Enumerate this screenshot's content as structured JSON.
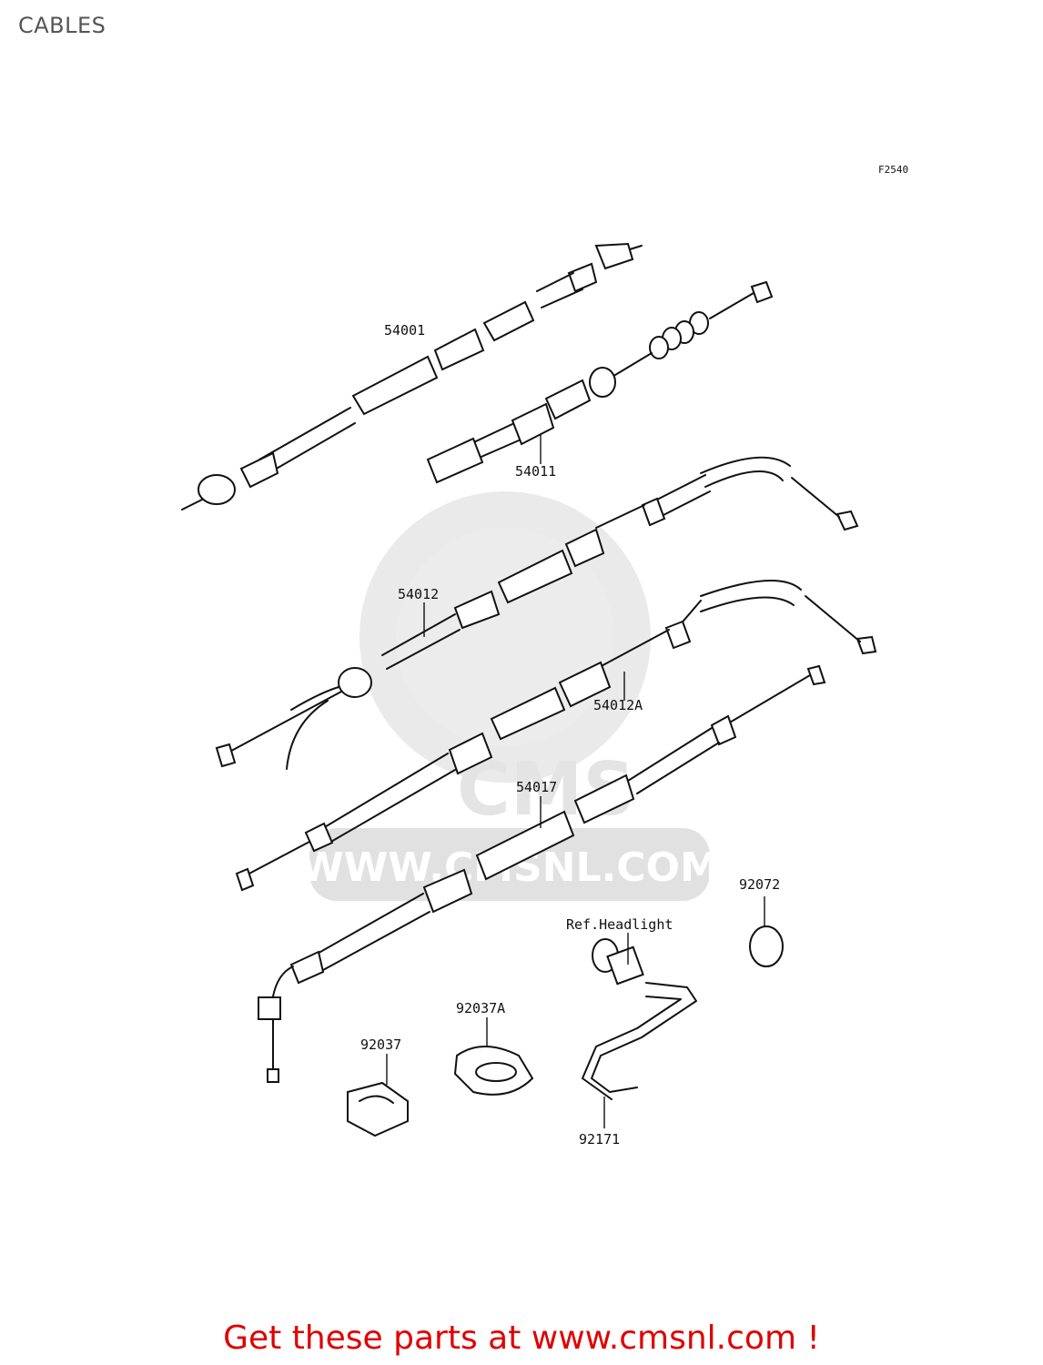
{
  "page": {
    "title": "CABLES"
  },
  "diagram": {
    "figure_code": "F2540",
    "watermark_text": "WWW.CMSNL.COM",
    "watermark_logo_text": "CMS",
    "parts": [
      {
        "id": "54001"
      },
      {
        "id": "54011"
      },
      {
        "id": "54012"
      },
      {
        "id": "54012A"
      },
      {
        "id": "54017"
      },
      {
        "id": "92072"
      },
      {
        "id": "92037A"
      },
      {
        "id": "92037"
      },
      {
        "id": "92171"
      }
    ],
    "reference_note": "Ref.Headlight"
  },
  "footer": {
    "cta_text": "Get these parts at www.cmsnl.com !",
    "cta_color": "#e00000"
  }
}
